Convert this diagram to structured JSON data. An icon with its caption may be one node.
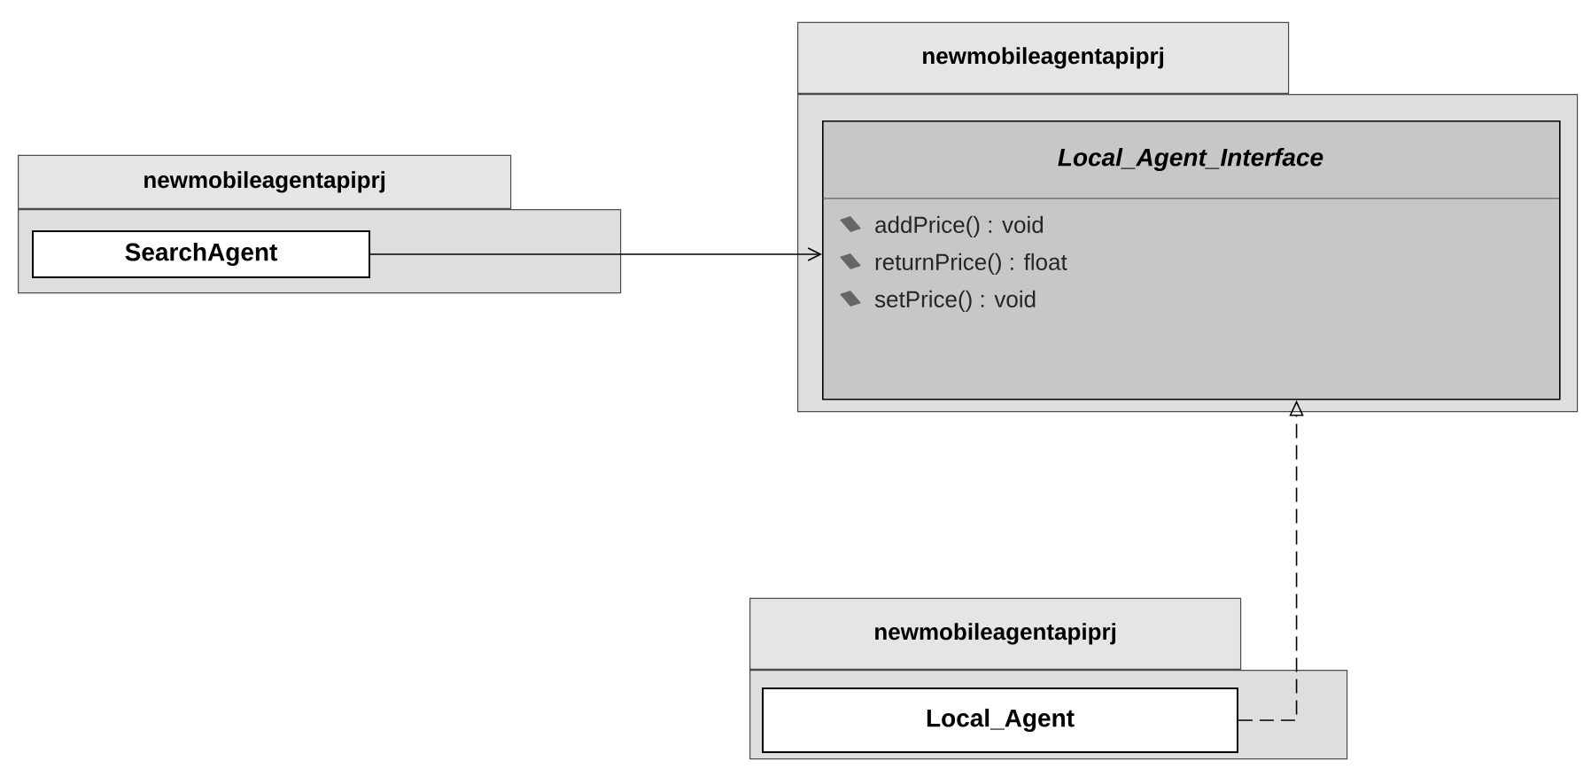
{
  "diagram": {
    "nodes": [
      {
        "text": [
          "newmobileagentapiprj"
        ]
      },
      {
        "text": [
          "SearchAgent"
        ],
        "in": 0
      },
      {
        "text": [
          "newmobileagentapiprj"
        ]
      },
      {
        "text": [
          "Local_Agent_Interface",
          "addPrice() : void",
          "returnPrice() : float",
          "setPrice() : void"
        ],
        "in": 2
      },
      {
        "text": [
          "newmobileagentapiprj"
        ]
      },
      {
        "text": [
          "Local_Agent"
        ],
        "in": 4
      }
    ],
    "edges": [
      {
        "from": 1,
        "to": 3,
        "arrow": "to"
      },
      {
        "from": 5,
        "to": 3,
        "arrow": "to",
        "style": "dashed"
      }
    ]
  }
}
